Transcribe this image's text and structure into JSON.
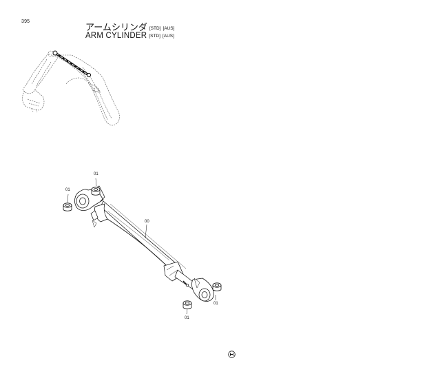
{
  "page": {
    "number": "395"
  },
  "title": {
    "japanese": "アームシリンダ",
    "english": "ARM CYLINDER",
    "tags": [
      "[STD]",
      "[AUS]"
    ]
  },
  "diagram": {
    "callouts": [
      {
        "id": "washer-upper-left",
        "label": "01"
      },
      {
        "id": "washer-upper-right",
        "label": "01"
      },
      {
        "id": "cylinder-assembly",
        "label": "00"
      },
      {
        "id": "washer-lower-right",
        "label": "01"
      },
      {
        "id": "washer-lower-left",
        "label": "01"
      }
    ]
  },
  "footer": {
    "mark": "logo-emblem"
  },
  "colors": {
    "ink": "#111111",
    "light_ink": "#555555",
    "paper": "#ffffff"
  }
}
